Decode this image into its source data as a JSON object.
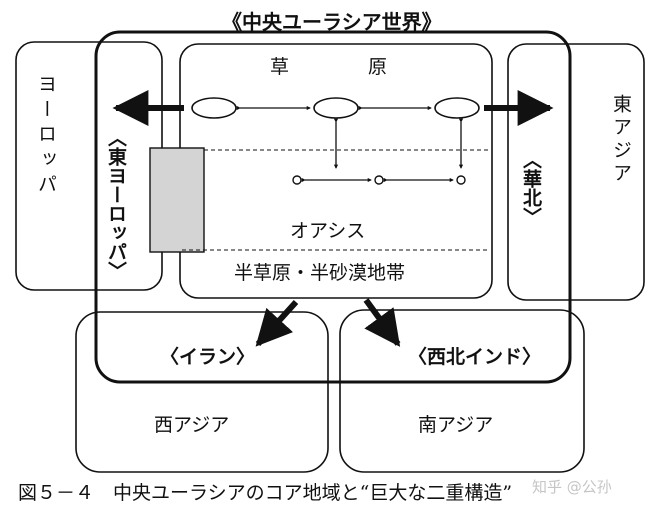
{
  "title": "《中央ユーラシア世界》",
  "regions": {
    "europe": "ヨーロッパ",
    "east_europe": "〈東ヨーロッパ〉",
    "steppe": "草　原",
    "oasis": "オアシス",
    "semi_desert": "半草原・半砂漠地帯",
    "east_asia": "東アジア",
    "north_china": "〈華北〉",
    "iran": "〈イラン〉",
    "northwest_india": "〈西北インド〉",
    "west_asia": "西アジア",
    "south_asia": "南アジア"
  },
  "caption": "図５－４　中央ユーラシアのコア地域と“巨大な二重構造”",
  "watermark": "知乎 @公孙",
  "colors": {
    "line": "#111111",
    "shade": "#d4d4d4",
    "background": "#ffffff"
  }
}
